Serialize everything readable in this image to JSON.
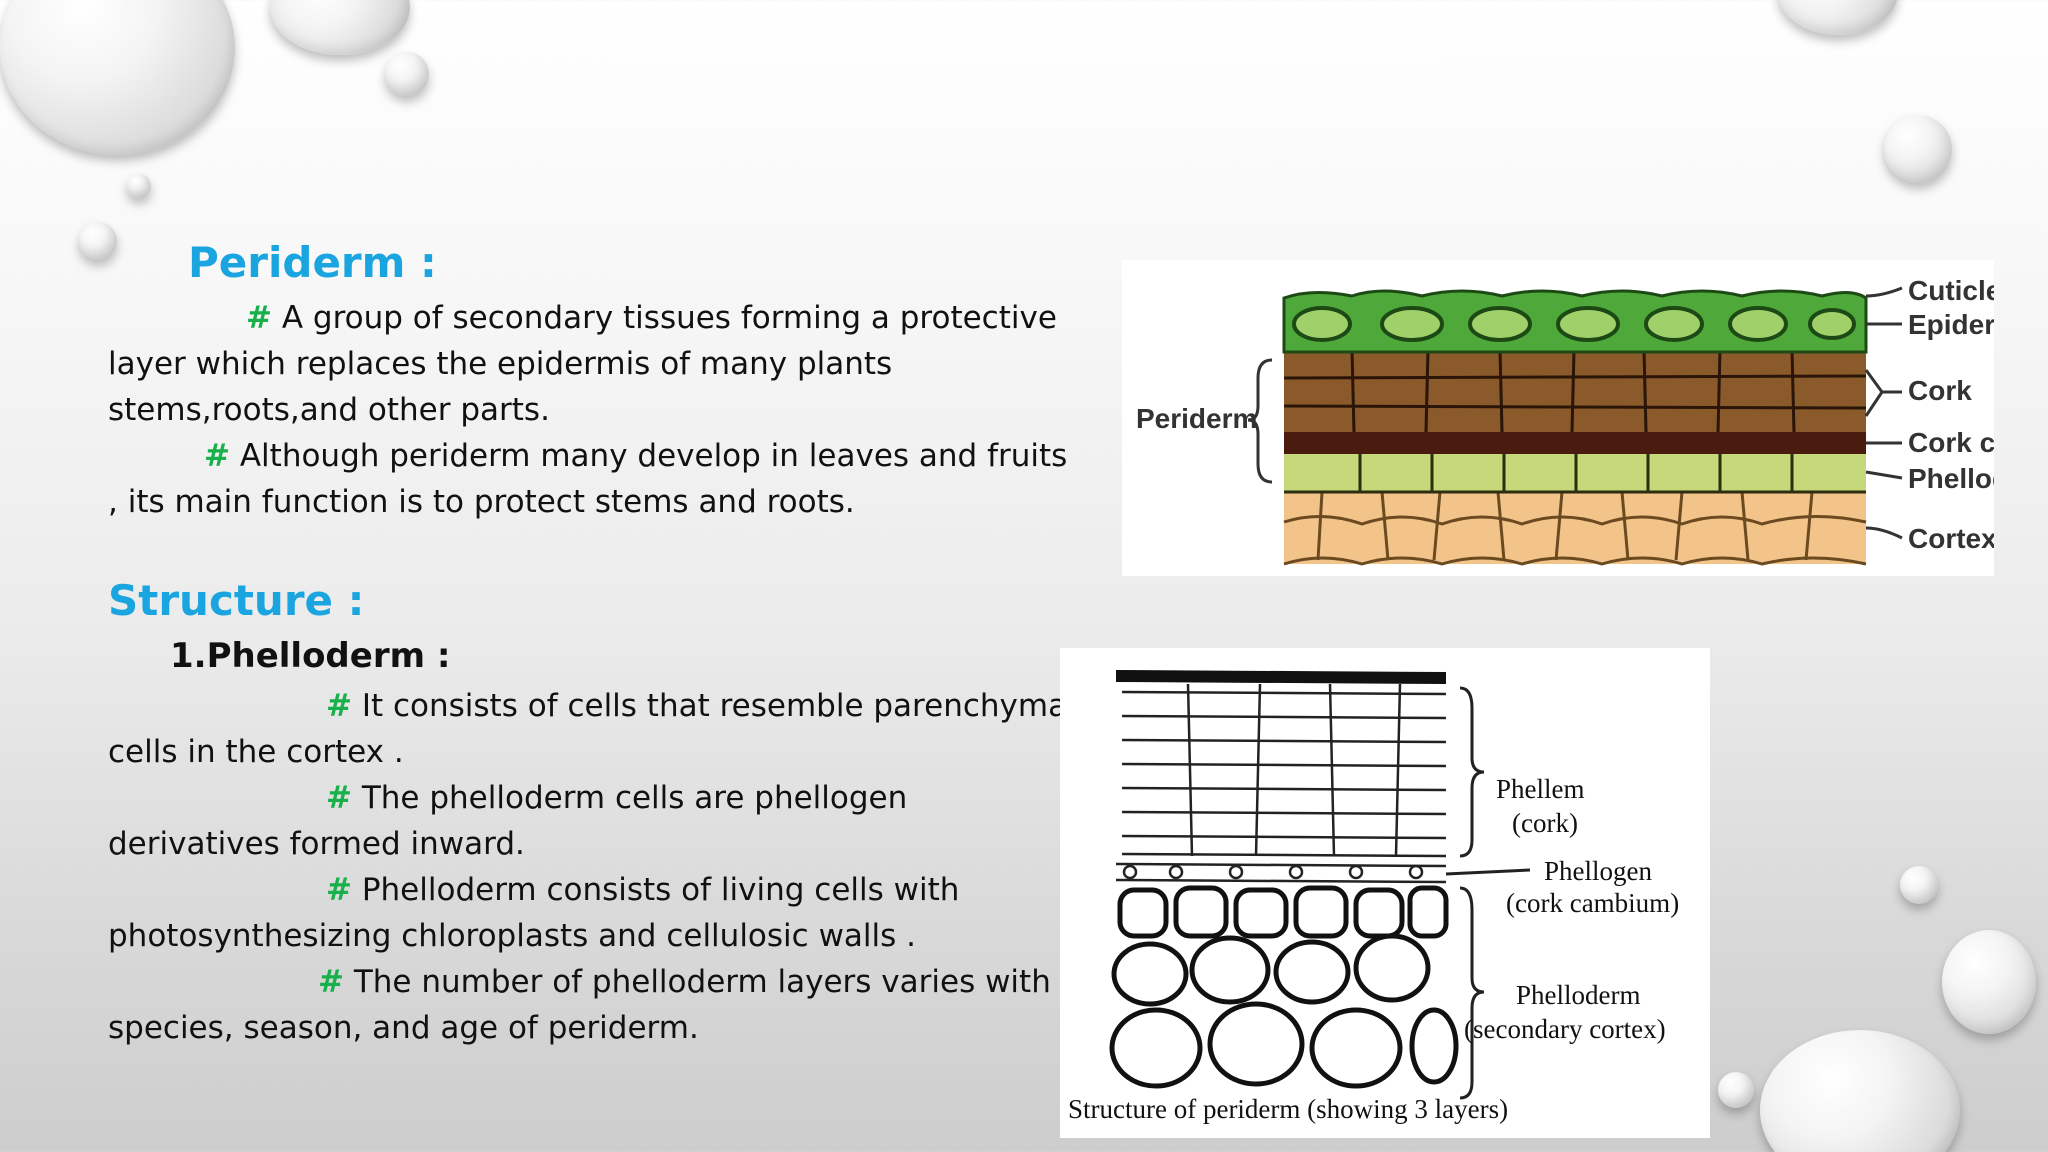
{
  "periderm": {
    "heading": "Periderm :",
    "para1": {
      "hash": "#",
      "line1": " A group of secondary tissues forming a protective",
      "line2": "layer which replaces the epidermis of many plants",
      "line3": "stems,roots,and other parts."
    },
    "para2": {
      "hash": "#",
      "line1": " Although periderm many develop in leaves and fruits",
      "line2": ", its main function is to protect stems and roots."
    }
  },
  "structure": {
    "heading": "Structure :",
    "subheading": "1.Phelloderm :",
    "points": [
      {
        "hash": "#",
        "line1": " It consists of cells that resemble parenchyma",
        "line2": "cells in the cortex ."
      },
      {
        "hash": "#",
        "line1": " The phelloderm cells are phellogen",
        "line2": "derivatives formed inward."
      },
      {
        "hash": "#",
        "line1": " Phelloderm consists of living cells with",
        "line2": "photosynthesizing chloroplasts and cellulosic walls ."
      },
      {
        "hash": "#",
        "line1": " The number of phelloderm layers varies with",
        "line2": "species, season, and age of periderm."
      }
    ]
  },
  "figure1": {
    "left_label": "Periderm",
    "labels": {
      "cuticle": "Cuticle",
      "epidermis": "Epidermis",
      "cork": "Cork",
      "cork_cambium": "Cork cambium",
      "phelloderm": "Phelloderm",
      "cortex": "Cortex"
    },
    "colors": {
      "epidermis": "#4fa83a",
      "cork": "#8b5a2b",
      "cambium": "#4a1c10",
      "phelloderm": "#c5d87a",
      "cortex": "#f2c48a"
    }
  },
  "figure2": {
    "phellem": "Phellem",
    "phellem_sub": "(cork)",
    "phellogen": "Phellogen",
    "phellogen_sub": "(cork cambium)",
    "phelloderm": "Phelloderm",
    "phelloderm_sub": "(secondary cortex)",
    "caption": "Structure of periderm (showing 3 layers)"
  }
}
